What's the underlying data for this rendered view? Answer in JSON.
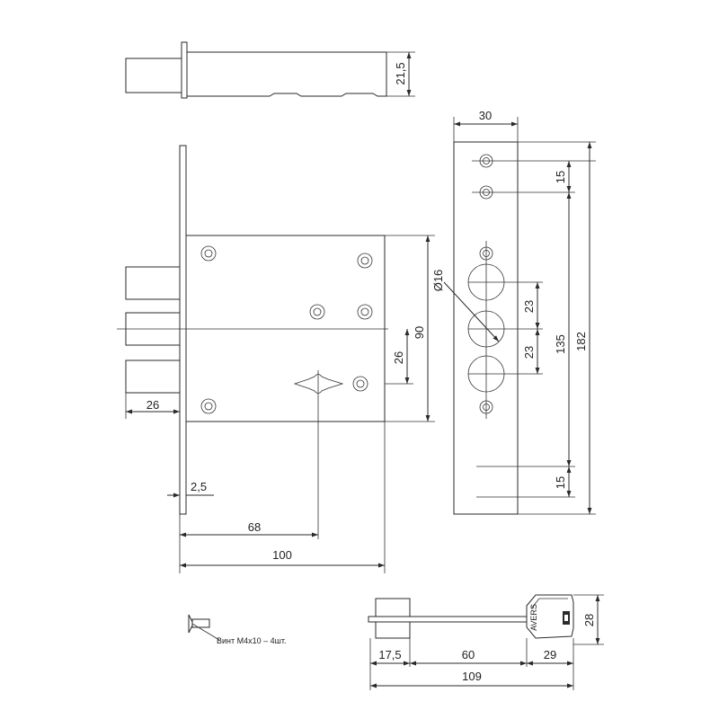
{
  "dimensions": {
    "top_height": "21,5",
    "faceplate_width": "30",
    "screw_pitch_top": "15",
    "screw_pitch_bottom": "15",
    "cylinder_diameter": "Ø16",
    "hole_spacing_upper": "23",
    "hole_spacing_lower": "23",
    "screw_span": "135",
    "faceplate_length": "182",
    "case_height": "90",
    "keyhole_offset": "26",
    "bolt_projection": "26",
    "faceplate_thickness": "2,5",
    "backset": "68",
    "case_depth": "100",
    "key_collar": "17,5",
    "key_shaft": "60",
    "key_head": "29",
    "key_total": "109",
    "key_head_height": "28"
  },
  "screw_caption": "Винт М4х10 – 4шт.",
  "key_brand": "AVERS",
  "colors": {
    "line": "#2a2a2a",
    "background": "#ffffff"
  }
}
